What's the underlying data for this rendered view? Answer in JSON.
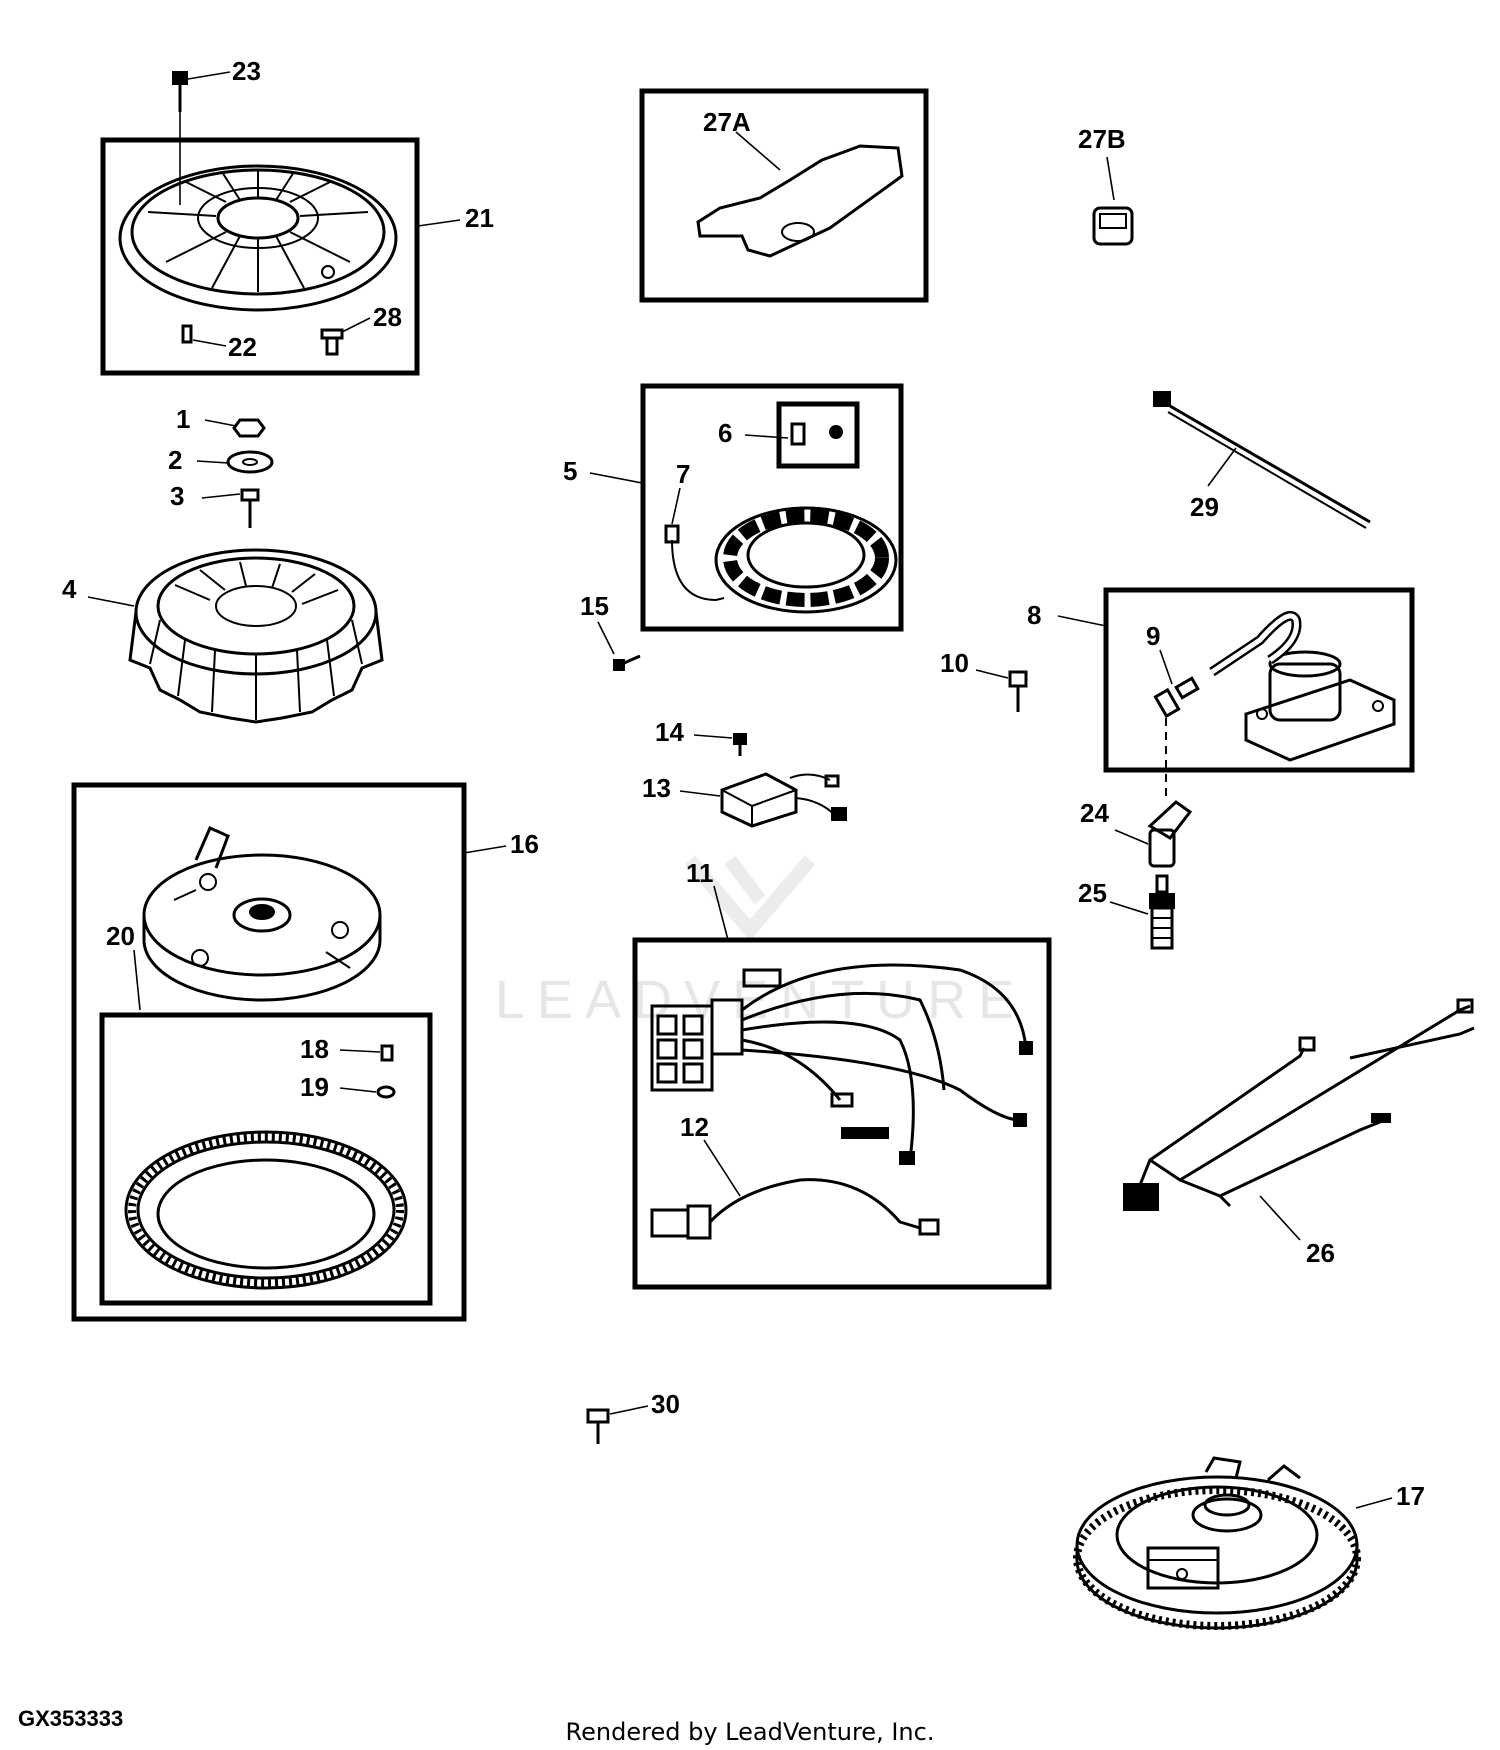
{
  "diagram": {
    "figure_id": "GX353333",
    "credit": "Rendered by LeadVenture, Inc.",
    "watermark": "LEADVENTURE",
    "callouts": {
      "c1": "1",
      "c2": "2",
      "c3": "3",
      "c4": "4",
      "c5": "5",
      "c6": "6",
      "c7": "7",
      "c8": "8",
      "c9": "9",
      "c10": "10",
      "c11": "11",
      "c12": "12",
      "c13": "13",
      "c14": "14",
      "c15": "15",
      "c16": "16",
      "c17": "17",
      "c18": "18",
      "c19": "19",
      "c20": "20",
      "c21": "21",
      "c22": "22",
      "c23": "23",
      "c24": "24",
      "c25": "25",
      "c26": "26",
      "c27a": "27A",
      "c27b": "27B",
      "c28": "28",
      "c29": "29",
      "c30": "30"
    }
  }
}
